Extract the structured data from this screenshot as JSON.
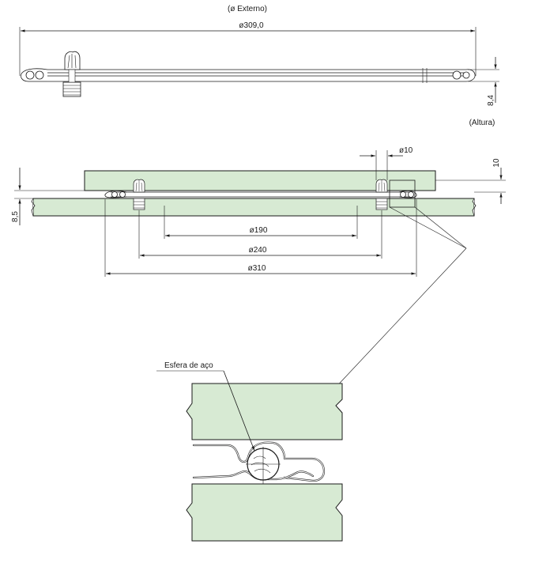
{
  "labels": {
    "outer_caption": "(ø Externo)",
    "outer_diameter": "ø309,0",
    "height_value": "8,4",
    "height_caption": "(Altura)",
    "hole_diameter": "ø10",
    "top_gap": "10",
    "bottom_gap": "8,5",
    "dia_190": "ø190",
    "dia_240": "ø240",
    "dia_310": "ø310",
    "ball_caption": "Esfera de aço"
  },
  "colors": {
    "plate_fill": "#d7ead3",
    "line": "#1a1a1a"
  }
}
